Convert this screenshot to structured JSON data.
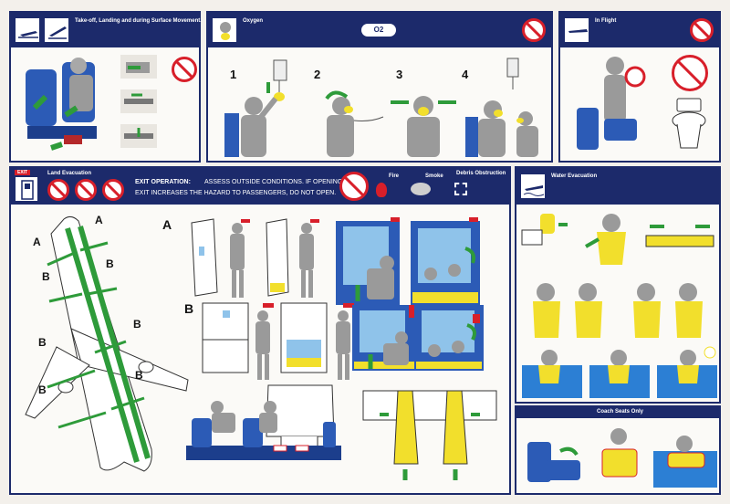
{
  "takeoff": {
    "title": "Take-off, Landing and during Surface Movement."
  },
  "oxygen": {
    "title": "Oxygen",
    "o2_label": "O2",
    "steps": [
      "1",
      "2",
      "3",
      "4"
    ]
  },
  "inflight": {
    "title": "In Flight"
  },
  "land": {
    "title": "Land Evacuation",
    "exit_tag": "EXIT",
    "exit_heading": "EXIT OPERATION:",
    "exit_text_1": "ASSESS OUTSIDE CONDITIONS. IF OPENING",
    "exit_text_2": "EXIT INCREASES THE HAZARD TO PASSENGERS, DO NOT OPEN.",
    "hazards": [
      "Fire",
      "Smoke",
      "Debris Obstruction"
    ],
    "row_a": "A",
    "row_b": "B",
    "plane_labels": {
      "a": "A",
      "b": "B"
    }
  },
  "water": {
    "title": "Water Evacuation"
  },
  "coach": {
    "title": "Coach Seats Only"
  },
  "colors": {
    "navy": "#1c2a6b",
    "red": "#d81f2a",
    "green": "#2e9b3a",
    "yellow": "#f2df2c",
    "seat_blue": "#2c5bb6"
  }
}
